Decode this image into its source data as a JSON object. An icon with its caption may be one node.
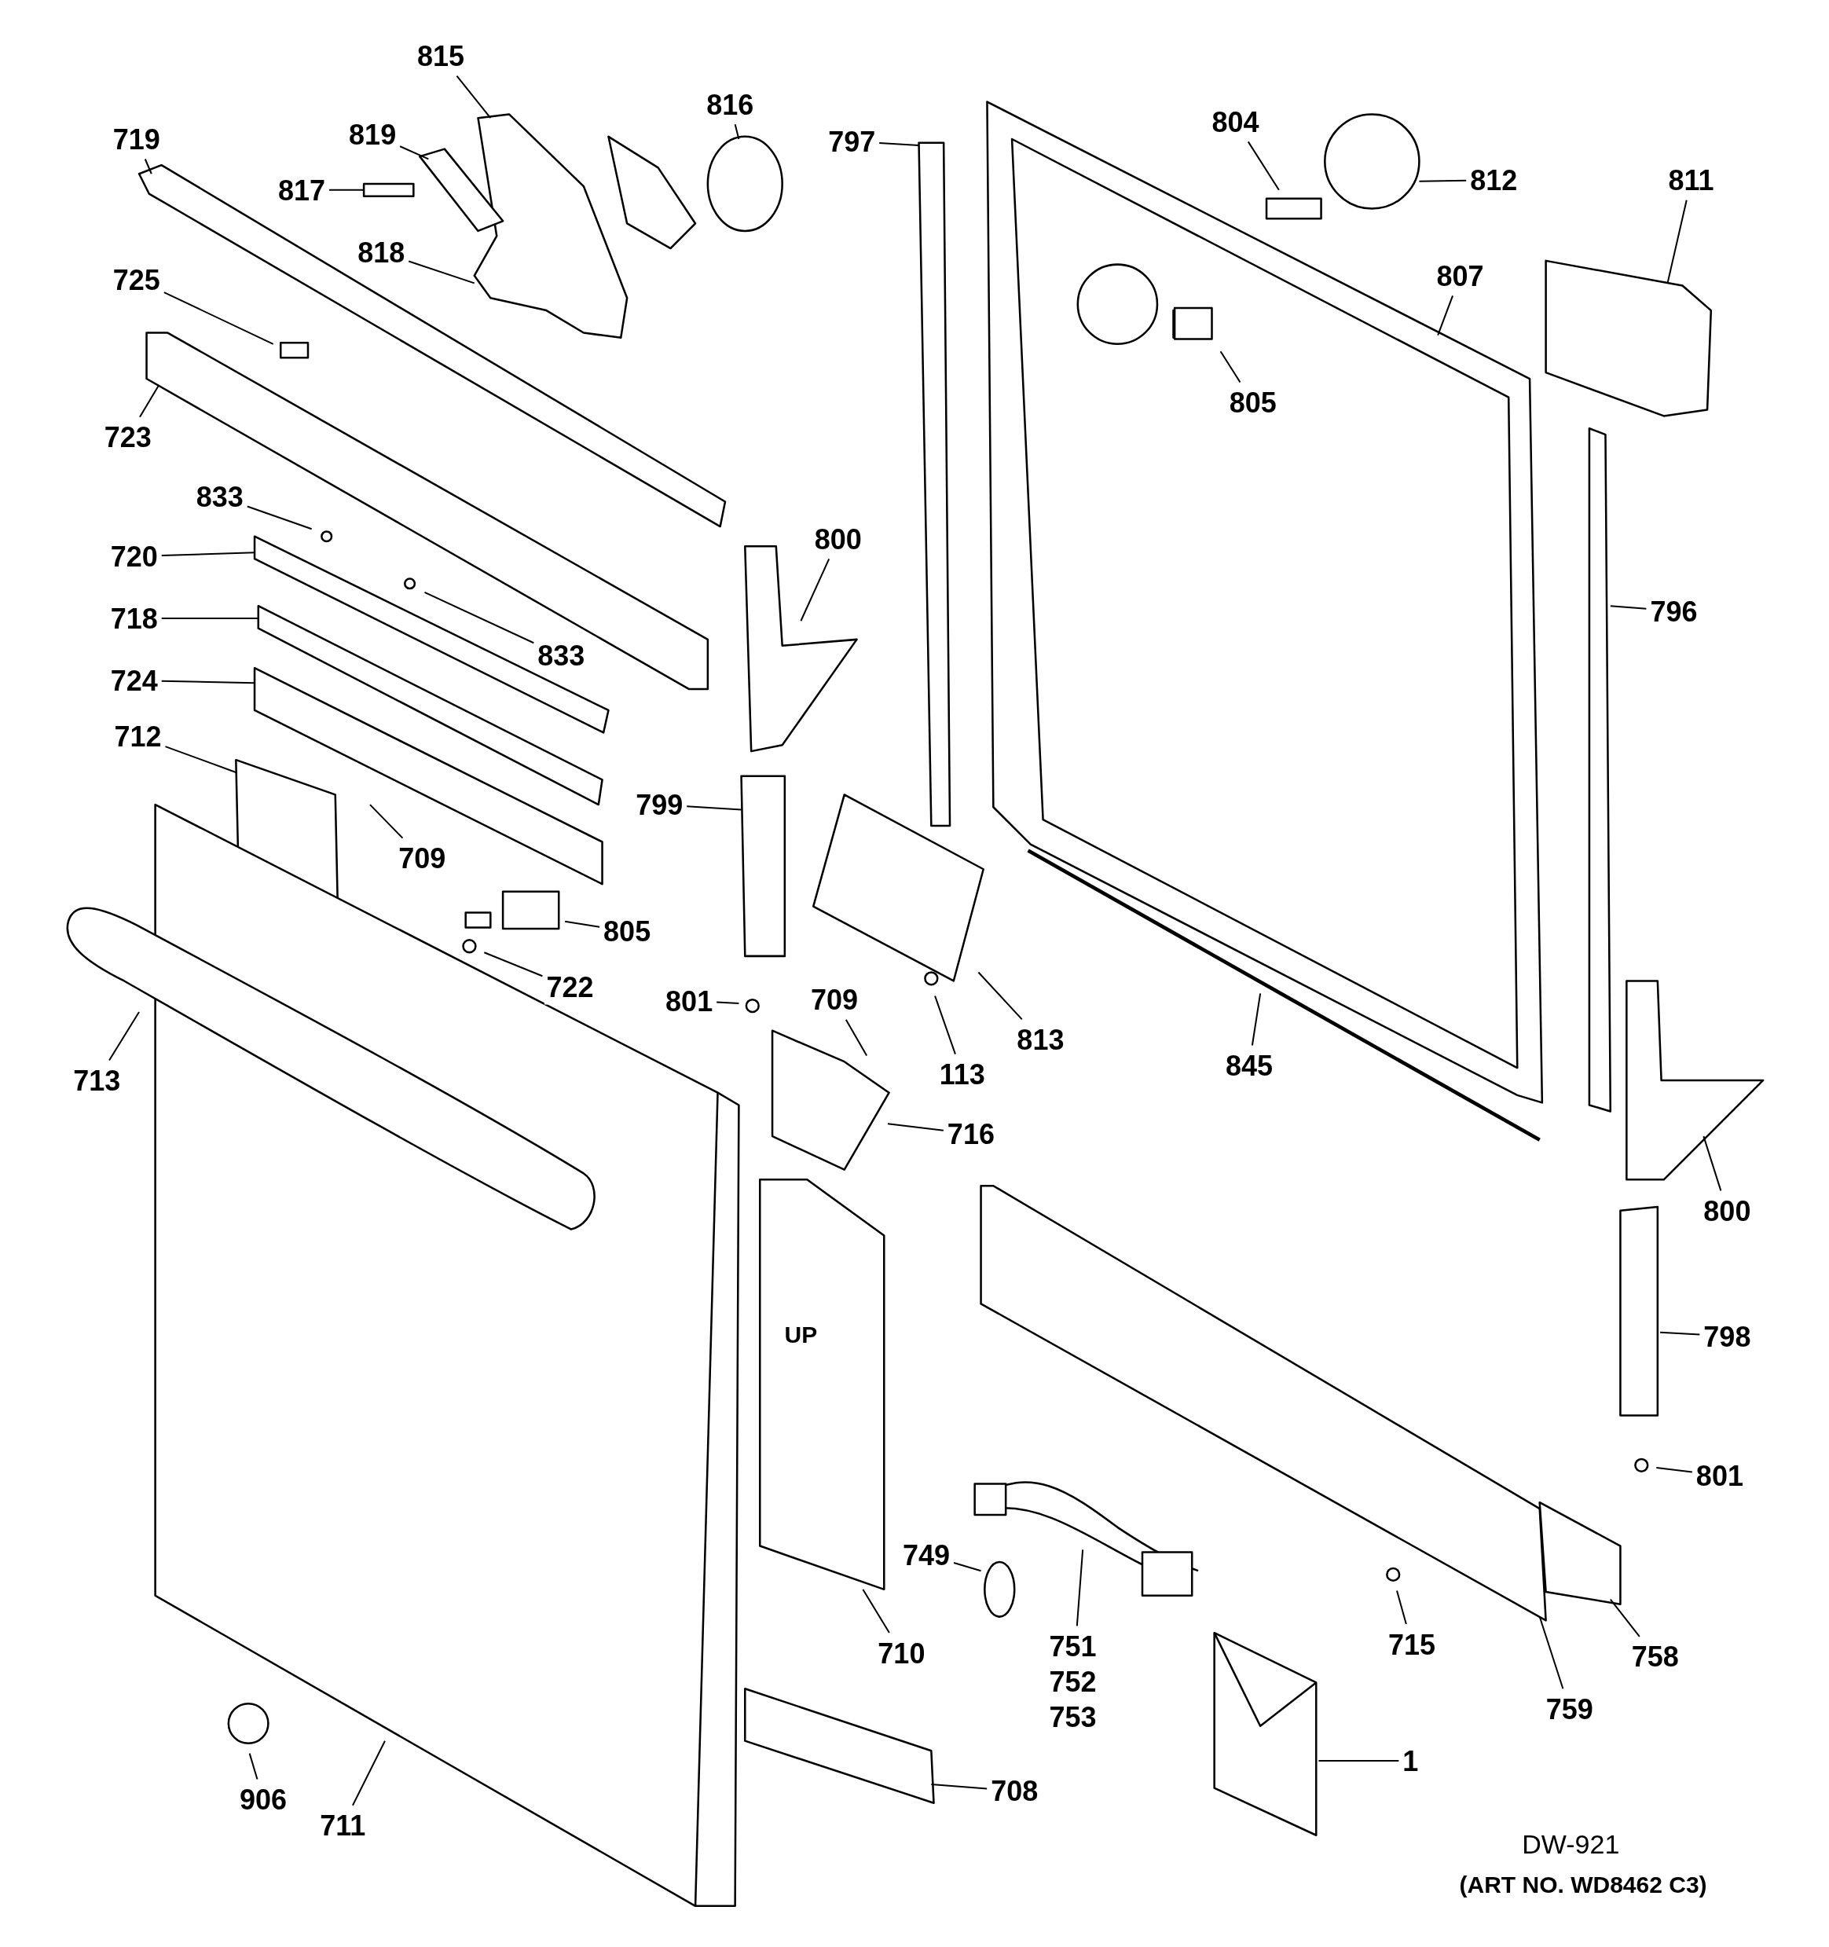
{
  "diagram": {
    "nodes": [
      {
        "text": [
          "815"
        ]
      },
      {
        "text": [
          "816"
        ]
      },
      {
        "text": [
          "719"
        ]
      },
      {
        "text": [
          "819"
        ]
      },
      {
        "text": [
          "817"
        ]
      },
      {
        "text": [
          "818"
        ]
      },
      {
        "text": [
          "725"
        ]
      },
      {
        "text": [
          "723"
        ]
      },
      {
        "text": [
          "833"
        ]
      },
      {
        "text": [
          "720"
        ]
      },
      {
        "text": [
          "833"
        ]
      },
      {
        "text": [
          "718"
        ]
      },
      {
        "text": [
          "724"
        ]
      },
      {
        "text": [
          "712"
        ]
      },
      {
        "text": [
          "709"
        ]
      },
      {
        "text": [
          "805"
        ]
      },
      {
        "text": [
          "722"
        ]
      },
      {
        "text": [
          "713"
        ]
      },
      {
        "text": [
          "797"
        ]
      },
      {
        "text": [
          "804"
        ]
      },
      {
        "text": [
          "812"
        ]
      },
      {
        "text": [
          "811"
        ]
      },
      {
        "text": [
          "807"
        ]
      },
      {
        "text": [
          "805"
        ]
      },
      {
        "text": [
          "800"
        ]
      },
      {
        "text": [
          "796"
        ]
      },
      {
        "text": [
          "799"
        ]
      },
      {
        "text": [
          "801"
        ]
      },
      {
        "text": [
          "709"
        ]
      },
      {
        "text": [
          "113"
        ]
      },
      {
        "text": [
          "813"
        ]
      },
      {
        "text": [
          "845"
        ]
      },
      {
        "text": [
          "716"
        ]
      },
      {
        "text": [
          "800"
        ]
      },
      {
        "text": [
          "798"
        ]
      },
      {
        "text": [
          "801"
        ]
      },
      {
        "text": [
          "749"
        ]
      },
      {
        "text": [
          "751",
          "752",
          "753"
        ]
      },
      {
        "text": [
          "710"
        ]
      },
      {
        "text": [
          "715"
        ]
      },
      {
        "text": [
          "758"
        ]
      },
      {
        "text": [
          "759"
        ]
      },
      {
        "text": [
          "1"
        ]
      },
      {
        "text": [
          "906"
        ]
      },
      {
        "text": [
          "711"
        ]
      },
      {
        "text": [
          "708"
        ]
      }
    ],
    "edges": [
      {
        "from": 0,
        "to": null,
        "arrow": "none"
      },
      {
        "from": 1,
        "to": null,
        "arrow": "none"
      },
      {
        "from": 2,
        "to": null,
        "arrow": "none"
      },
      {
        "from": 3,
        "to": null,
        "arrow": "none"
      },
      {
        "from": 4,
        "to": null,
        "arrow": "none"
      },
      {
        "from": 5,
        "to": null,
        "arrow": "none"
      },
      {
        "from": 6,
        "to": null,
        "arrow": "none"
      },
      {
        "from": 7,
        "to": null,
        "arrow": "none"
      },
      {
        "from": 8,
        "to": null,
        "arrow": "none"
      },
      {
        "from": 9,
        "to": null,
        "arrow": "none"
      },
      {
        "from": 10,
        "to": null,
        "arrow": "none"
      },
      {
        "from": 11,
        "to": null,
        "arrow": "none"
      },
      {
        "from": 12,
        "to": null,
        "arrow": "none"
      },
      {
        "from": 13,
        "to": null,
        "arrow": "none"
      },
      {
        "from": 14,
        "to": null,
        "arrow": "none"
      },
      {
        "from": 15,
        "to": null,
        "arrow": "none"
      },
      {
        "from": 16,
        "to": null,
        "arrow": "none"
      },
      {
        "from": 17,
        "to": null,
        "arrow": "none"
      },
      {
        "from": 18,
        "to": null,
        "arrow": "none"
      },
      {
        "from": 19,
        "to": null,
        "arrow": "none"
      },
      {
        "from": 20,
        "to": null,
        "arrow": "none"
      },
      {
        "from": 21,
        "to": null,
        "arrow": "none"
      },
      {
        "from": 22,
        "to": null,
        "arrow": "none"
      },
      {
        "from": 23,
        "to": null,
        "arrow": "none"
      },
      {
        "from": 24,
        "to": null,
        "arrow": "none"
      },
      {
        "from": 25,
        "to": null,
        "arrow": "none"
      },
      {
        "from": 26,
        "to": null,
        "arrow": "none"
      },
      {
        "from": 27,
        "to": null,
        "arrow": "none"
      },
      {
        "from": 28,
        "to": null,
        "arrow": "none"
      },
      {
        "from": 29,
        "to": null,
        "arrow": "none"
      },
      {
        "from": 30,
        "to": null,
        "arrow": "none"
      },
      {
        "from": 31,
        "to": null,
        "arrow": "none"
      },
      {
        "from": 32,
        "to": null,
        "arrow": "none"
      },
      {
        "from": 33,
        "to": null,
        "arrow": "none"
      },
      {
        "from": 34,
        "to": null,
        "arrow": "none"
      },
      {
        "from": 35,
        "to": null,
        "arrow": "none"
      },
      {
        "from": 36,
        "to": null,
        "arrow": "none"
      },
      {
        "from": 37,
        "to": null,
        "arrow": "none"
      },
      {
        "from": 38,
        "to": null,
        "arrow": "none"
      },
      {
        "from": 39,
        "to": null,
        "arrow": "none"
      },
      {
        "from": 40,
        "to": null,
        "arrow": "none"
      },
      {
        "from": 41,
        "to": null,
        "arrow": "none"
      },
      {
        "from": 42,
        "to": null,
        "arrow": "none"
      },
      {
        "from": 43,
        "to": null,
        "arrow": "none"
      },
      {
        "from": 44,
        "to": null,
        "arrow": "none"
      },
      {
        "from": 45,
        "to": null,
        "arrow": "none"
      }
    ],
    "labels": [
      "UP",
      "DW-921",
      "(ART NO. WD8462 C3)"
    ]
  }
}
